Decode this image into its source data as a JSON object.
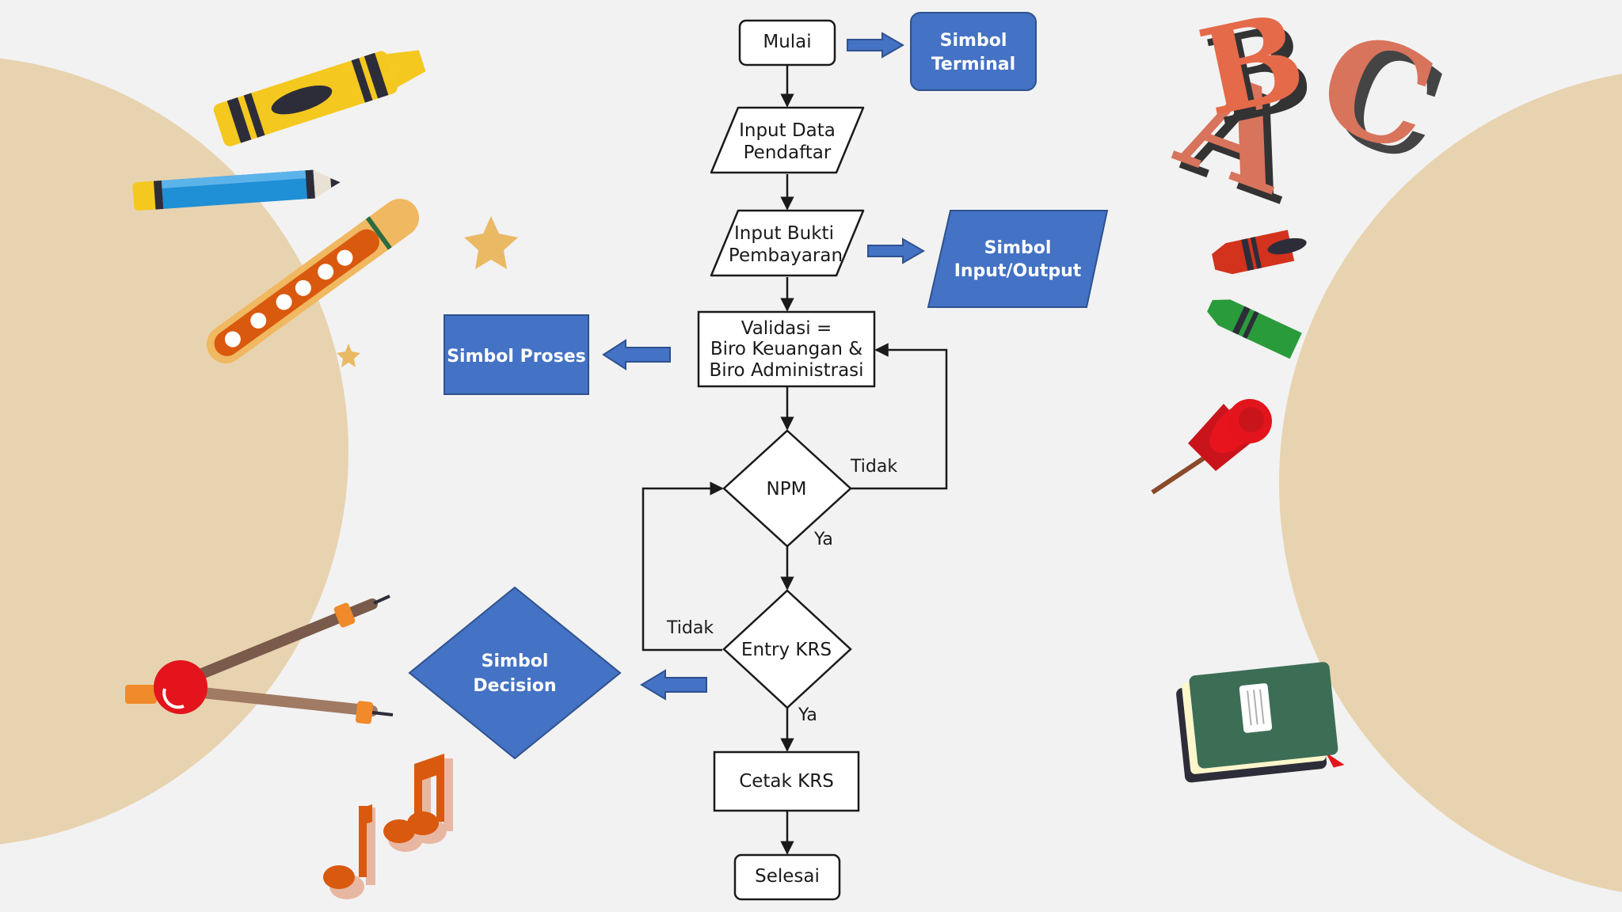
{
  "nodes": {
    "mulai": "Mulai",
    "input_data": [
      "Input Data",
      "Pendaftar"
    ],
    "input_bukti": [
      "Input Bukti",
      "Pembayaran"
    ],
    "validasi": [
      "Validasi =",
      "Biro Keuangan &",
      "Biro Administrasi"
    ],
    "npm": "NPM",
    "entry_krs": "Entry KRS",
    "cetak_krs": "Cetak KRS",
    "selesai": "Selesai"
  },
  "edge_labels": {
    "npm_tidak": "Tidak",
    "npm_ya": "Ya",
    "krs_tidak": "Tidak",
    "krs_ya": "Ya"
  },
  "legend": {
    "terminal": [
      "Simbol",
      "Terminal"
    ],
    "io": [
      "Simbol",
      "Input/Output"
    ],
    "proses": "Simbol Proses",
    "decision": [
      "Simbol",
      "Decision"
    ]
  },
  "decor": {
    "letters": [
      "A",
      "B",
      "C"
    ]
  },
  "colors": {
    "legend_blue": "#4472c4",
    "legend_border": "#2f528f",
    "background": "#f2f2f2",
    "beige": "#e8d3b0"
  }
}
